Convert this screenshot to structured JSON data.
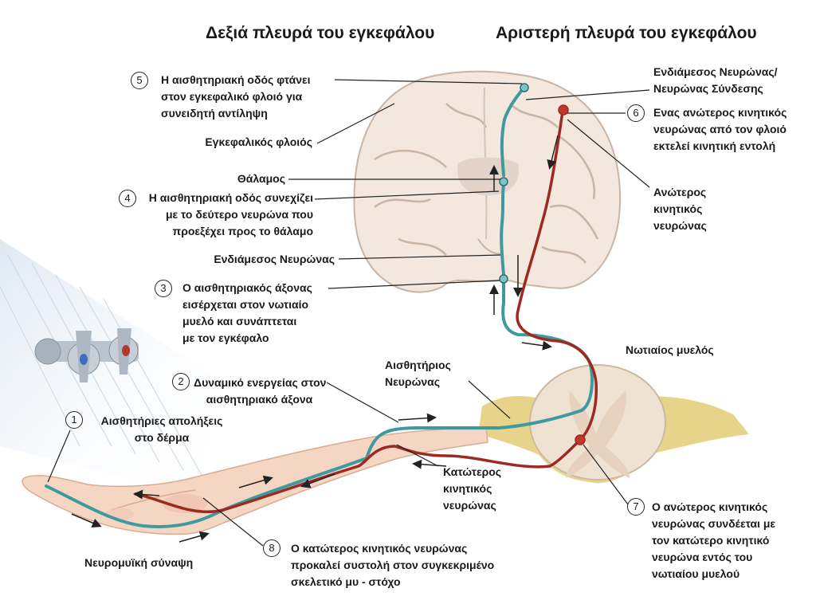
{
  "titles": {
    "right_side": "Δεξιά πλευρά του εγκεφάλου",
    "left_side": "Αριστερή πλευρά του εγκεφάλου"
  },
  "labels": {
    "cortex": "Εγκεφαλικός φλοιός",
    "thalamus": "Θάλαμος",
    "interneuron": "Ενδιάμεσος Νευρώνας",
    "interneuron_top": "Ενδιάμεσος Νευρώνας/\nΝευρώνας Σύνδεσης",
    "upper_motor": "Ανώτερος\nκινητικός\nνευρώνας",
    "spinal_cord": "Νωτιαίος μυελός",
    "sensory_neuron": "Αισθητήριος\nΝευρώνας",
    "lower_motor": "Κατώτερος\nκινητικός\nνευρώνας",
    "neuromuscular": "Νευρομυϊκή σύναψη"
  },
  "steps": [
    {
      "num": "1",
      "text": "Αισθητήριες απολήξεις\nστο δέρμα"
    },
    {
      "num": "2",
      "text": "Δυναμικό ενεργείας στον\nαισθητηριακό άξονα"
    },
    {
      "num": "3",
      "text": "Ο αισθητηριακός άξονας\nεισέρχεται στον νωτιαίο\nμυελό και συνάπτεται\nμε τον εγκέφαλο"
    },
    {
      "num": "4",
      "text": "Η αισθητηριακή οδός συνεχίζει\nμε το δεύτερο νευρώνα που\nπροεξέχει προς το θάλαμο"
    },
    {
      "num": "5",
      "text": "Η αισθητηριακή οδός φτάνει\nστον εγκεφαλικό φλοιό για\nσυνειδητή αντίληψη"
    },
    {
      "num": "6",
      "text": "Ενας ανώτερος κινητικός\nνευρώνας από τον φλοιό\nεκτελεί κινητική εντολή"
    },
    {
      "num": "7",
      "text": "Ο ανώτερος κινητικός\nνευρώνας συνδέεται με\nτον κατώτερο κινητικό\nνευρώνα εντός του\nνωτιαίου μυελού"
    },
    {
      "num": "8",
      "text": "Ο κατώτερος κινητικός νευρώνας\nπροκαλεί συστολή στον συγκεκριμένο\nσκελετικό μυ - στόχο"
    }
  ],
  "colors": {
    "sensory": "#3f9aa0",
    "motor": "#9c2a22",
    "brain": "#f3e7de",
    "brain_outline": "#c9b4a5",
    "nerve": "#e7d48a",
    "skin": "#f4d6c3"
  }
}
